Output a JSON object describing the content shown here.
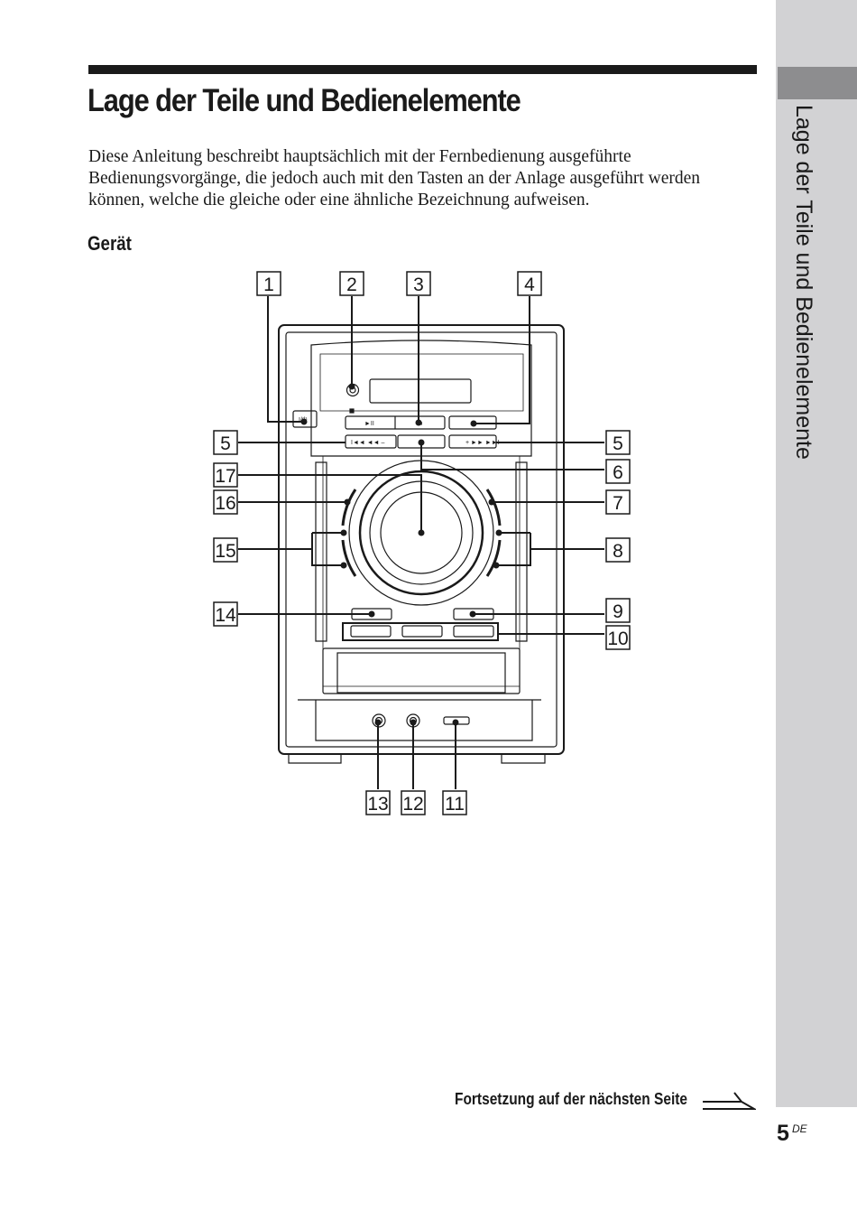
{
  "header": {
    "title": "Lage der Teile und Bedienelemente"
  },
  "intro": "Diese Anleitung beschreibt hauptsächlich mit der Fernbedienung ausgeführte Bedienungsvorgänge, die jedoch auch mit den Tasten an der Anlage ausgeführt werden können, welche die gleiche oder eine ähnliche Bezeichnung aufweisen.",
  "section": {
    "title": "Gerät"
  },
  "sidebar": {
    "text": "Lage der Teile und Bedienelemente"
  },
  "callouts": {
    "c1": "1",
    "c2": "2",
    "c3": "3",
    "c4": "4",
    "c5_left": "5",
    "c5_right": "5",
    "c6": "6",
    "c7": "7",
    "c8": "8",
    "c9": "9",
    "c10": "10",
    "c11": "11",
    "c12": "12",
    "c13": "13",
    "c14": "14",
    "c15": "15",
    "c16": "16",
    "c17": "17"
  },
  "device_labels": {
    "power": "I/⏻",
    "play_pause": "►II",
    "stop": "■",
    "prev": "I◄◄ ◄◄ –",
    "next": "+ ►► ►►I"
  },
  "footer": {
    "continue": "Fortsetzung auf der nächsten Seite",
    "page_number": "5",
    "page_suffix": "DE"
  },
  "colors": {
    "sidebar": "#d2d2d4",
    "sidebar_tab": "#8d8d8f",
    "ink": "#1a1a1a"
  }
}
